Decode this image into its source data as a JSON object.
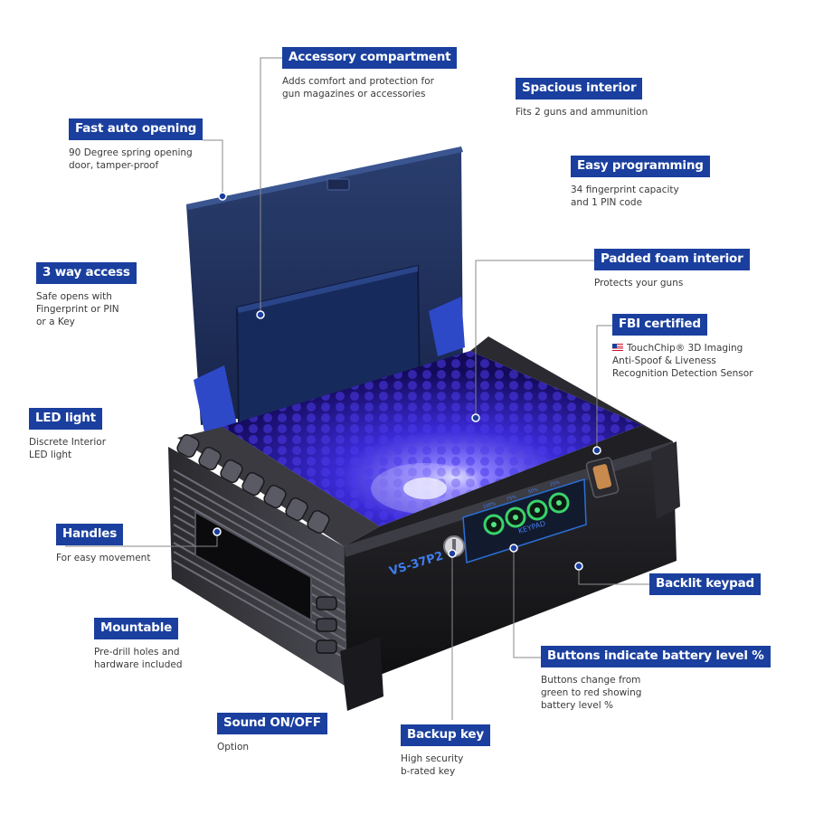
{
  "product": {
    "model_label": "VS-37P2",
    "keypad_label": "KEYPAD",
    "battery_marks": [
      "100%",
      "75%",
      "50%",
      "25%"
    ]
  },
  "callouts": {
    "accessory": {
      "title": "Accessory compartment",
      "lines": [
        "Adds comfort and protection for",
        "gun magazines or accessories"
      ]
    },
    "spacious": {
      "title": "Spacious interior",
      "lines": [
        "Fits 2 guns and ammunition"
      ]
    },
    "fast_open": {
      "title": "Fast auto opening",
      "lines": [
        "90 Degree spring opening",
        "door, tamper-proof"
      ]
    },
    "programming": {
      "title": "Easy programming",
      "lines": [
        "34 fingerprint capacity",
        "and 1 PIN code"
      ]
    },
    "access": {
      "title": "3 way access",
      "lines": [
        "Safe opens with",
        "Fingerprint or PIN",
        "or a Key"
      ]
    },
    "foam": {
      "title": "Padded foam interior",
      "lines": [
        "Protects your guns"
      ]
    },
    "fbi": {
      "title": "FBI certified",
      "lines": [
        "TouchChip® 3D Imaging",
        "Anti-Spoof & Liveness",
        "Recognition Detection Sensor"
      ]
    },
    "led": {
      "title": "LED light",
      "lines": [
        "Discrete Interior",
        "LED light"
      ]
    },
    "handles": {
      "title": "Handles",
      "lines": [
        "For easy movement"
      ]
    },
    "keypad": {
      "title": "Backlit keypad",
      "lines": []
    },
    "mountable": {
      "title": "Mountable",
      "lines": [
        "Pre-drill holes and",
        "hardware included"
      ]
    },
    "battery": {
      "title": "Buttons indicate battery level %",
      "lines": [
        "Buttons change from",
        "green to red showing",
        "battery level %"
      ]
    },
    "sound": {
      "title": "Sound ON/OFF",
      "lines": [
        "Option"
      ]
    },
    "backup_key": {
      "title": "Backup key",
      "lines": [
        "High security",
        "b-rated key"
      ]
    }
  },
  "colors": {
    "tag_background": "#1a3f9e",
    "tag_text": "#ffffff",
    "leader_line": "#8a8a8a",
    "interior_glow": "#5b4dff",
    "keypad_green": "#39d36b"
  }
}
